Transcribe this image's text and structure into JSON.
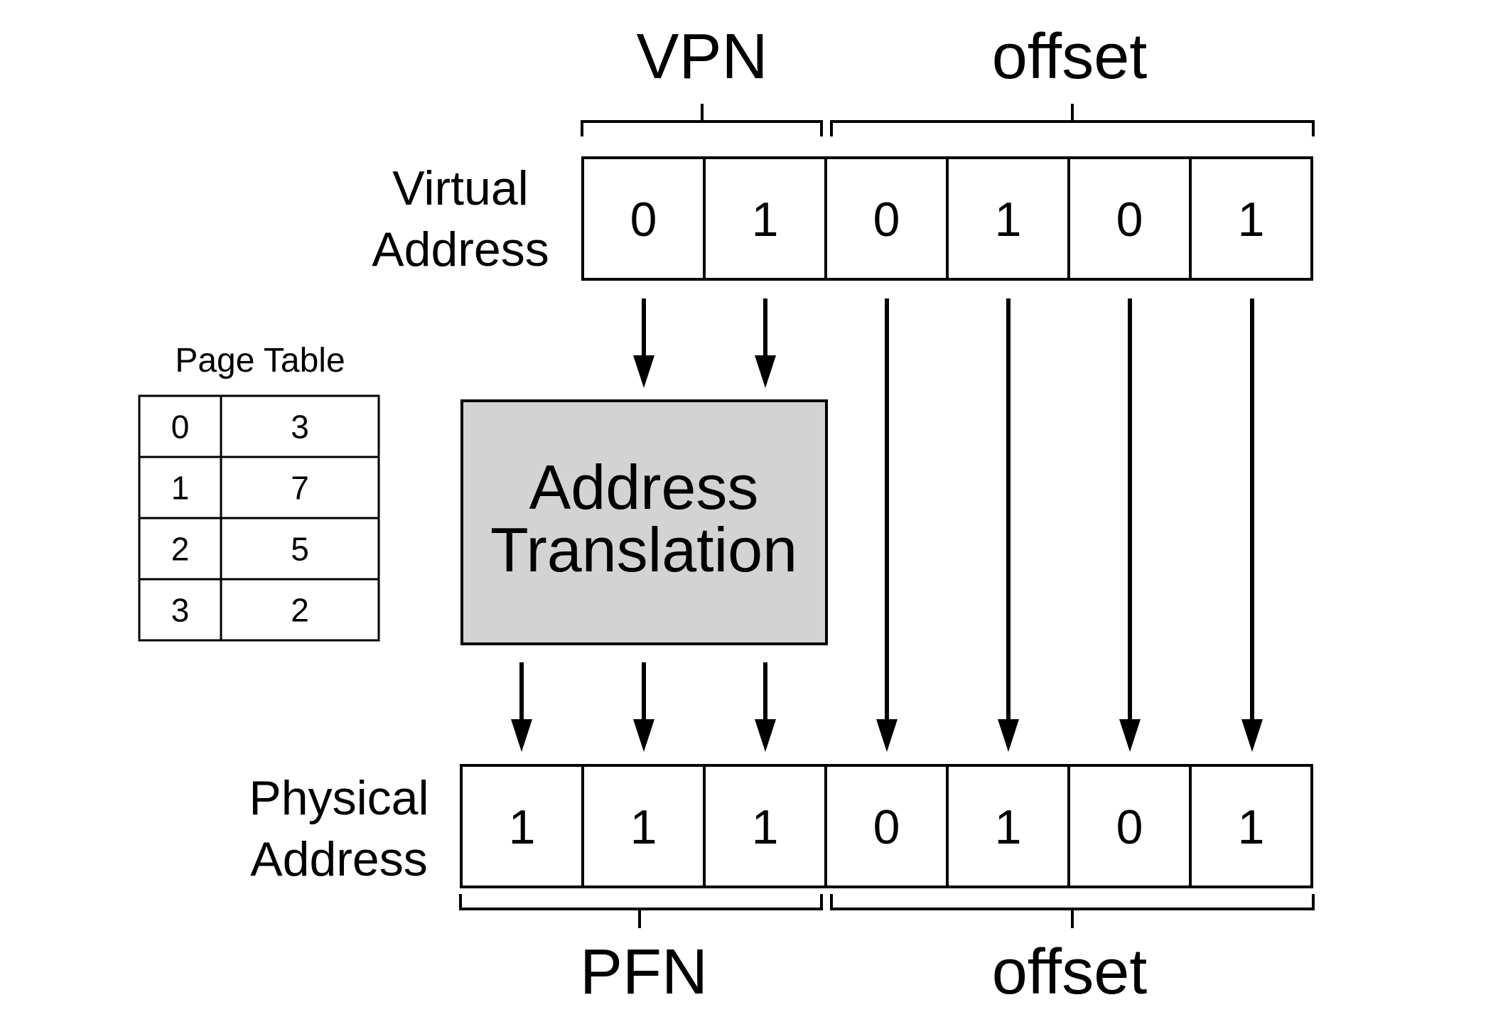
{
  "labels": {
    "vpn": "VPN",
    "offset_top": "offset",
    "virtual_line1": "Virtual",
    "virtual_line2": "Address",
    "physical_line1": "Physical",
    "physical_line2": "Address",
    "pfn": "PFN",
    "offset_bottom": "offset",
    "translation_line1": "Address",
    "translation_line2": "Translation",
    "page_table_title": "Page Table"
  },
  "virtual_bits": [
    "0",
    "1",
    "0",
    "1",
    "0",
    "1"
  ],
  "physical_bits": [
    "1",
    "1",
    "1",
    "0",
    "1",
    "0",
    "1"
  ],
  "page_table": [
    {
      "vpn": "0",
      "pfn": "3"
    },
    {
      "vpn": "1",
      "pfn": "7"
    },
    {
      "vpn": "2",
      "pfn": "5"
    },
    {
      "vpn": "3",
      "pfn": "2"
    }
  ],
  "colors": {
    "translation_fill": "#d3d3d3",
    "stroke": "#000000"
  }
}
